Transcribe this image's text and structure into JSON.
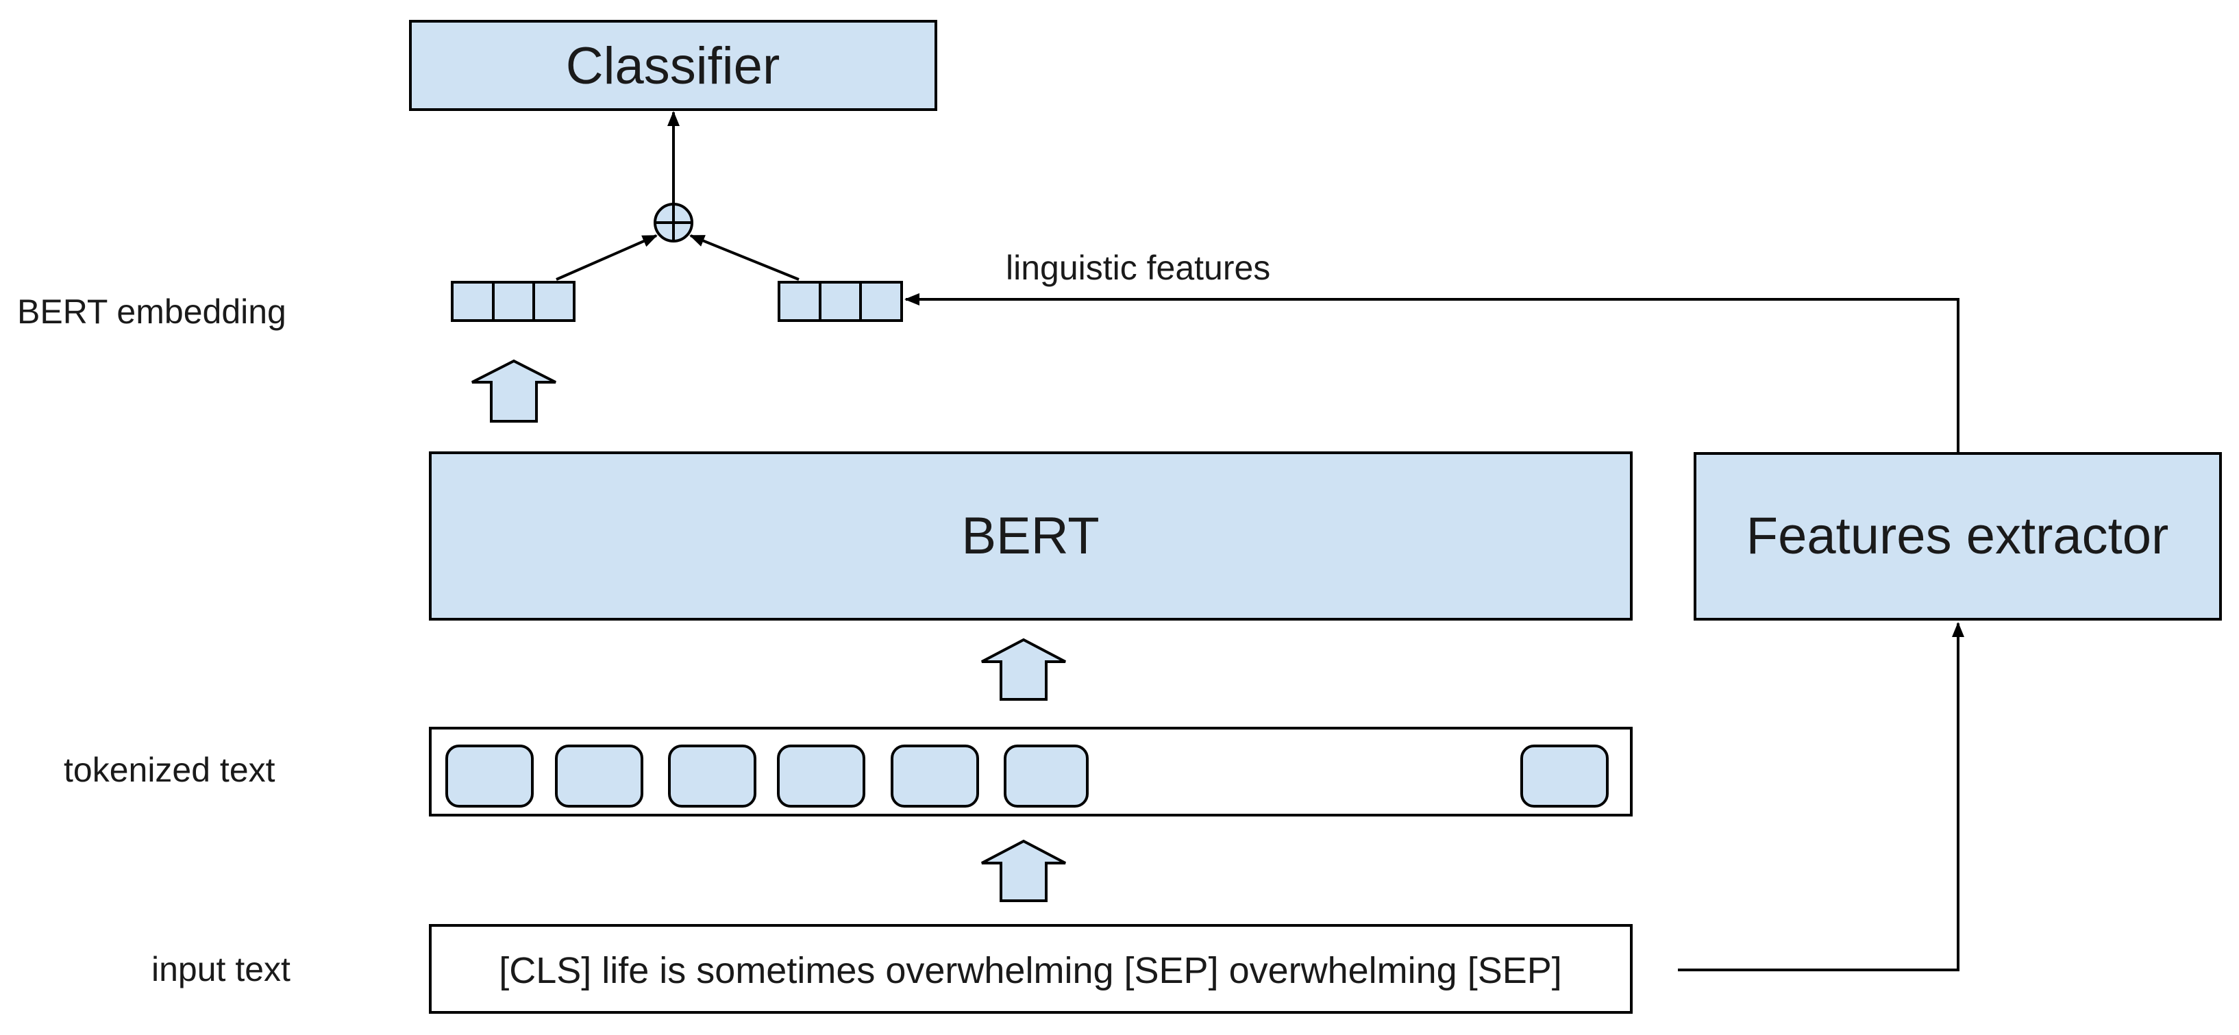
{
  "colors": {
    "box_fill": "#cfe2f3",
    "stroke": "#000000",
    "text": "#1a1a1a",
    "background": "#ffffff"
  },
  "labels": {
    "classifier": "Classifier",
    "bert": "BERT",
    "features_extractor": "Features extractor",
    "linguistic_features": "linguistic features",
    "bert_embedding": "BERT embedding",
    "tokenized_text": "tokenized text",
    "input_text": "input text",
    "input_sentence": "[CLS] life is sometimes overwhelming [SEP] overwhelming [SEP]"
  },
  "icons": {
    "combine": "circled-plus-icon",
    "up": "block-arrow-up-icon"
  }
}
